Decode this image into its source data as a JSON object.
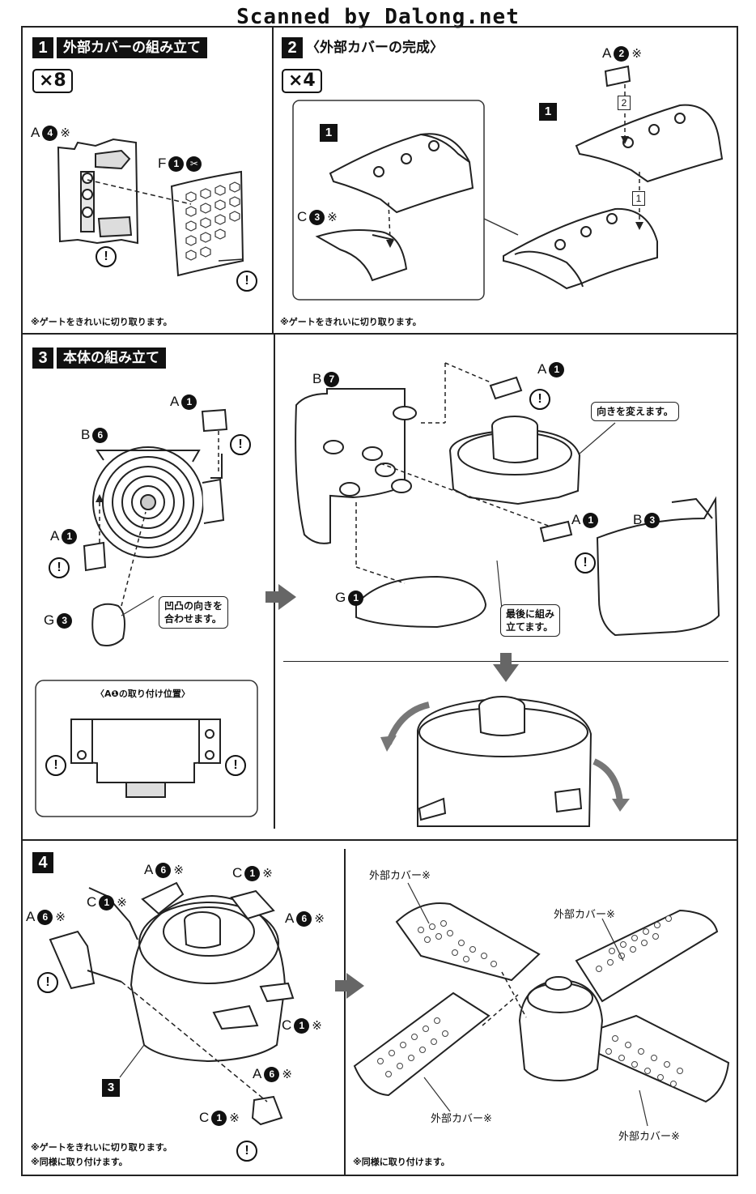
{
  "watermark": "Scanned by Dalong.net",
  "step1": {
    "number": "1",
    "title": "外部カバーの組み立て",
    "qty": "×8",
    "note": "※ゲートをきれいに切り取ります。",
    "parts": [
      {
        "runner": "A",
        "num": "4",
        "mark": "※"
      },
      {
        "runner": "F",
        "num": "1",
        "mark": ""
      }
    ]
  },
  "step2": {
    "number": "2",
    "title": "〈外部カバーの完成〉",
    "qty": "×4",
    "note": "※ゲートをきれいに切り取ります。",
    "part_ref": "1",
    "parts": [
      {
        "runner": "C",
        "num": "3",
        "mark": "※"
      },
      {
        "runner": "A",
        "num": "2",
        "mark": "※"
      }
    ],
    "order_marks": [
      "2",
      "1"
    ]
  },
  "step3": {
    "number": "3",
    "title": "本体の組み立て",
    "parts_left": [
      {
        "runner": "A",
        "num": "1"
      },
      {
        "runner": "B",
        "num": "6"
      },
      {
        "runner": "A",
        "num": "1"
      },
      {
        "runner": "G",
        "num": "3"
      }
    ],
    "callout_align": "凹凸の向きを\n合わせます。",
    "inset_title": "〈A❶の取り付け位置〉",
    "parts_right": [
      {
        "runner": "B",
        "num": "7"
      },
      {
        "runner": "A",
        "num": "1"
      },
      {
        "runner": "A",
        "num": "1"
      },
      {
        "runner": "B",
        "num": "3"
      },
      {
        "runner": "G",
        "num": "1"
      }
    ],
    "callout_turn": "向きを変えます。",
    "callout_last": "最後に組み\n立てます。"
  },
  "step4": {
    "number": "4",
    "part_ref": "3",
    "parts": [
      {
        "runner": "A",
        "num": "6",
        "mark": "※"
      },
      {
        "runner": "C",
        "num": "1",
        "mark": "※"
      },
      {
        "runner": "C",
        "num": "1",
        "mark": "※"
      },
      {
        "runner": "A",
        "num": "6",
        "mark": "※"
      },
      {
        "runner": "A",
        "num": "6",
        "mark": "※"
      },
      {
        "runner": "C",
        "num": "1",
        "mark": "※"
      },
      {
        "runner": "A",
        "num": "6",
        "mark": "※"
      },
      {
        "runner": "C",
        "num": "1",
        "mark": "※"
      }
    ],
    "cover_label": "外部カバー※",
    "note1": "※ゲートをきれいに切り取ります。",
    "note2": "※同様に取り付けます。",
    "note_right": "※同様に取り付けます。"
  },
  "warning_symbol": "!",
  "colors": {
    "ink": "#111111",
    "arrow": "#666666",
    "paper": "#ffffff"
  }
}
